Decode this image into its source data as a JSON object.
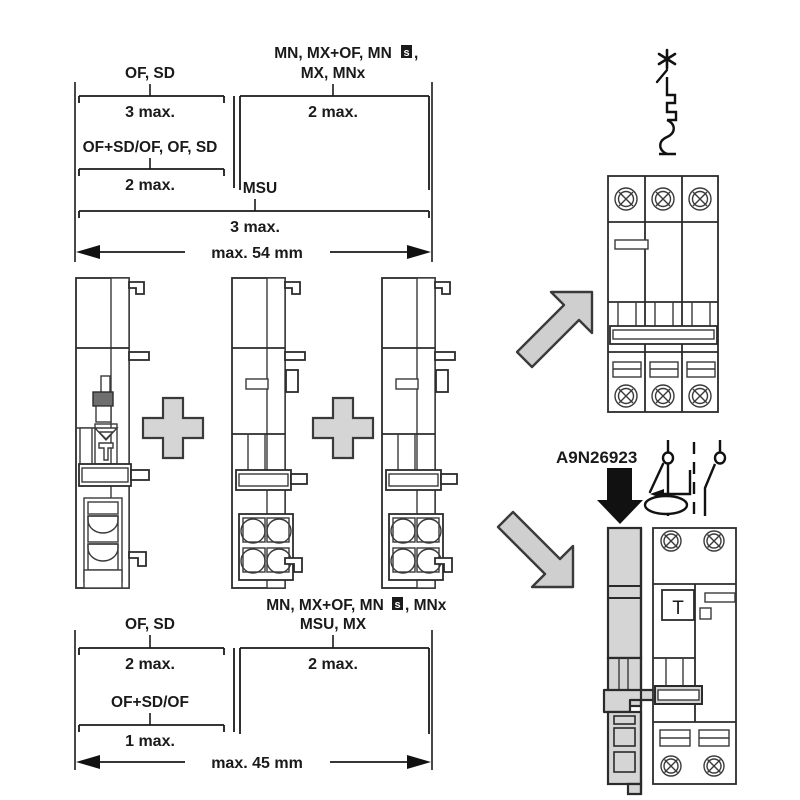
{
  "diagram": {
    "title": "Auxiliary module combination and mounting diagram",
    "colors": {
      "line": "#1a1a1a",
      "module_fill": "#d5d5d5",
      "arrow_gray": "#d0d0d0",
      "arrow_black": "#111111",
      "dark_part": "#6e6e6e",
      "white": "#ffffff"
    }
  },
  "top_dimension_block": {
    "group_left": {
      "label": "OF, SD",
      "value": "3 max.",
      "sub_label": "OF+SD/OF, OF, SD",
      "sub_value": "2 max."
    },
    "group_right": {
      "label_line1": "MN, MX+OF, MN",
      "label_line1_sub": "s",
      "label_line1_end": ",",
      "label_line2": "MX, MNx",
      "value": "2 max."
    },
    "group_total": {
      "label": "MSU",
      "value": "3 max."
    },
    "overall": "max. 54 mm"
  },
  "bottom_dimension_block": {
    "group_left": {
      "label": "OF, SD",
      "value": "2 max.",
      "sub_label": "OF+SD/OF",
      "sub_value": "1 max."
    },
    "group_right": {
      "label_line1": "MN, MX+OF, MN",
      "label_line1_sub": "s",
      "label_line1_end": ", MNx",
      "label_line2": "MSU, MX",
      "value": "2 max."
    },
    "overall": "max. 45 mm"
  },
  "modules": {
    "left_module_name": "auxiliary-module-left",
    "middle_module_name": "auxiliary-module-middle",
    "right_module_name": "auxiliary-module-right",
    "plus_symbol": "+",
    "plus_count": 2
  },
  "right_panel": {
    "breaker_symbol_name": "circuit-breaker-schematic-symbol",
    "breaker_3pole_name": "three-pole-circuit-breaker",
    "breaker_3pole_poles": 3,
    "assembly_reference": "A9N26923",
    "rcd_symbol_name": "residual-current-device-symbol",
    "arrow_up_right_name": "arrow-up-right",
    "arrow_down_right_name": "arrow-down-right",
    "arrow_down_black_name": "arrow-down-black",
    "test_button_label": "T"
  }
}
